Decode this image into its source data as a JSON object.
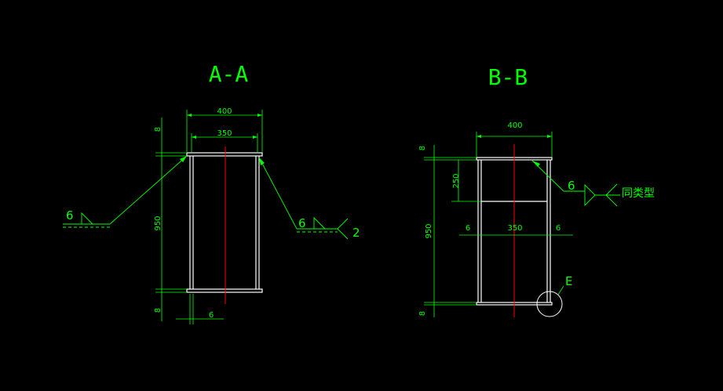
{
  "colors": {
    "background": "#000000",
    "dimension": "#00ff00",
    "outline": "#ffffff",
    "centerline": "#ff0000"
  },
  "section_aa": {
    "title": "A-A",
    "dim_outer_width": "400",
    "dim_inner_width": "350",
    "dim_top_plate": "8",
    "dim_height": "950",
    "dim_bottom_plate": "8",
    "dim_web": "6",
    "weld_left_size": "6",
    "weld_right_size": "6",
    "weld_right_tail": "2"
  },
  "section_bb": {
    "title": "B-B",
    "dim_outer_width": "400",
    "dim_top_plate": "8",
    "dim_stiffener": "250",
    "dim_height": "950",
    "dim_bottom_plate": "8",
    "dim_left_web": "6",
    "dim_inner_width": "350",
    "dim_right_web": "6",
    "weld_size": "6",
    "weld_note": "同类型",
    "detail_label": "E"
  }
}
